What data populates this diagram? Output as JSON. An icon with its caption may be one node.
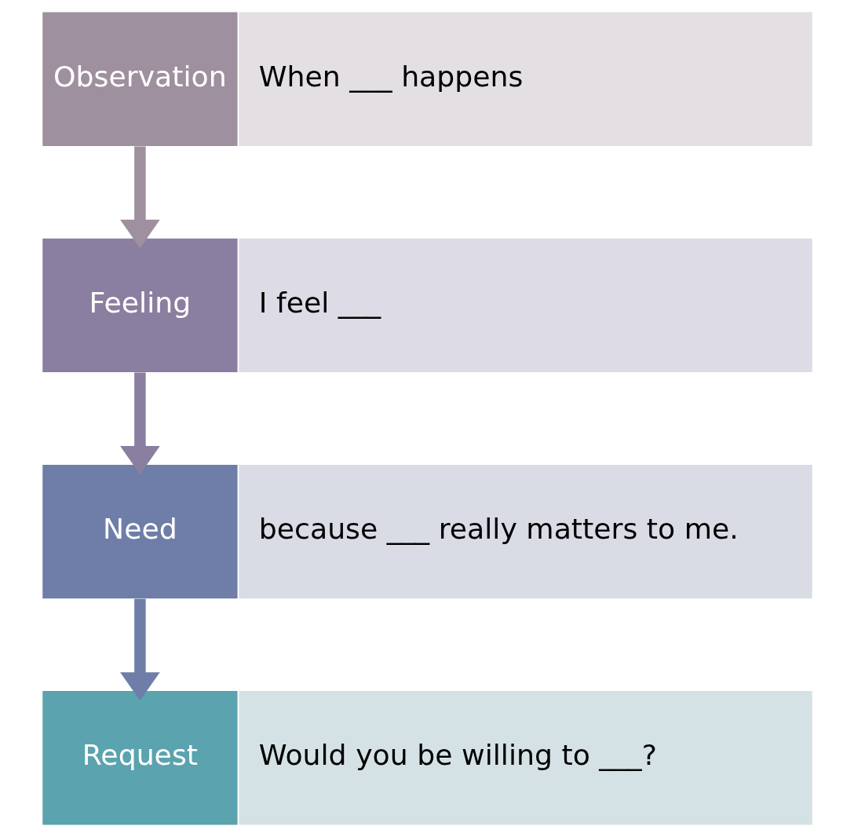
{
  "diagram": {
    "nodes": [
      {
        "text": [
          "Observation"
        ]
      },
      {
        "text": [
          "When ___ happens"
        ]
      },
      {
        "text": [
          "Feeling"
        ]
      },
      {
        "text": [
          "I feel ___"
        ]
      },
      {
        "text": [
          "Need"
        ]
      },
      {
        "text": [
          "because ___ really matters to me."
        ]
      },
      {
        "text": [
          "Request"
        ]
      },
      {
        "text": [
          "Would you be willing to ___?"
        ]
      }
    ],
    "edges": [
      {
        "from": 0,
        "to": 2,
        "arrow": "to",
        "color": "#9f909f"
      },
      {
        "from": 2,
        "to": 4,
        "arrow": "to",
        "color": "#8a7fa0"
      },
      {
        "from": 4,
        "to": 6,
        "arrow": "to",
        "color": "#6e7ea8"
      }
    ]
  }
}
